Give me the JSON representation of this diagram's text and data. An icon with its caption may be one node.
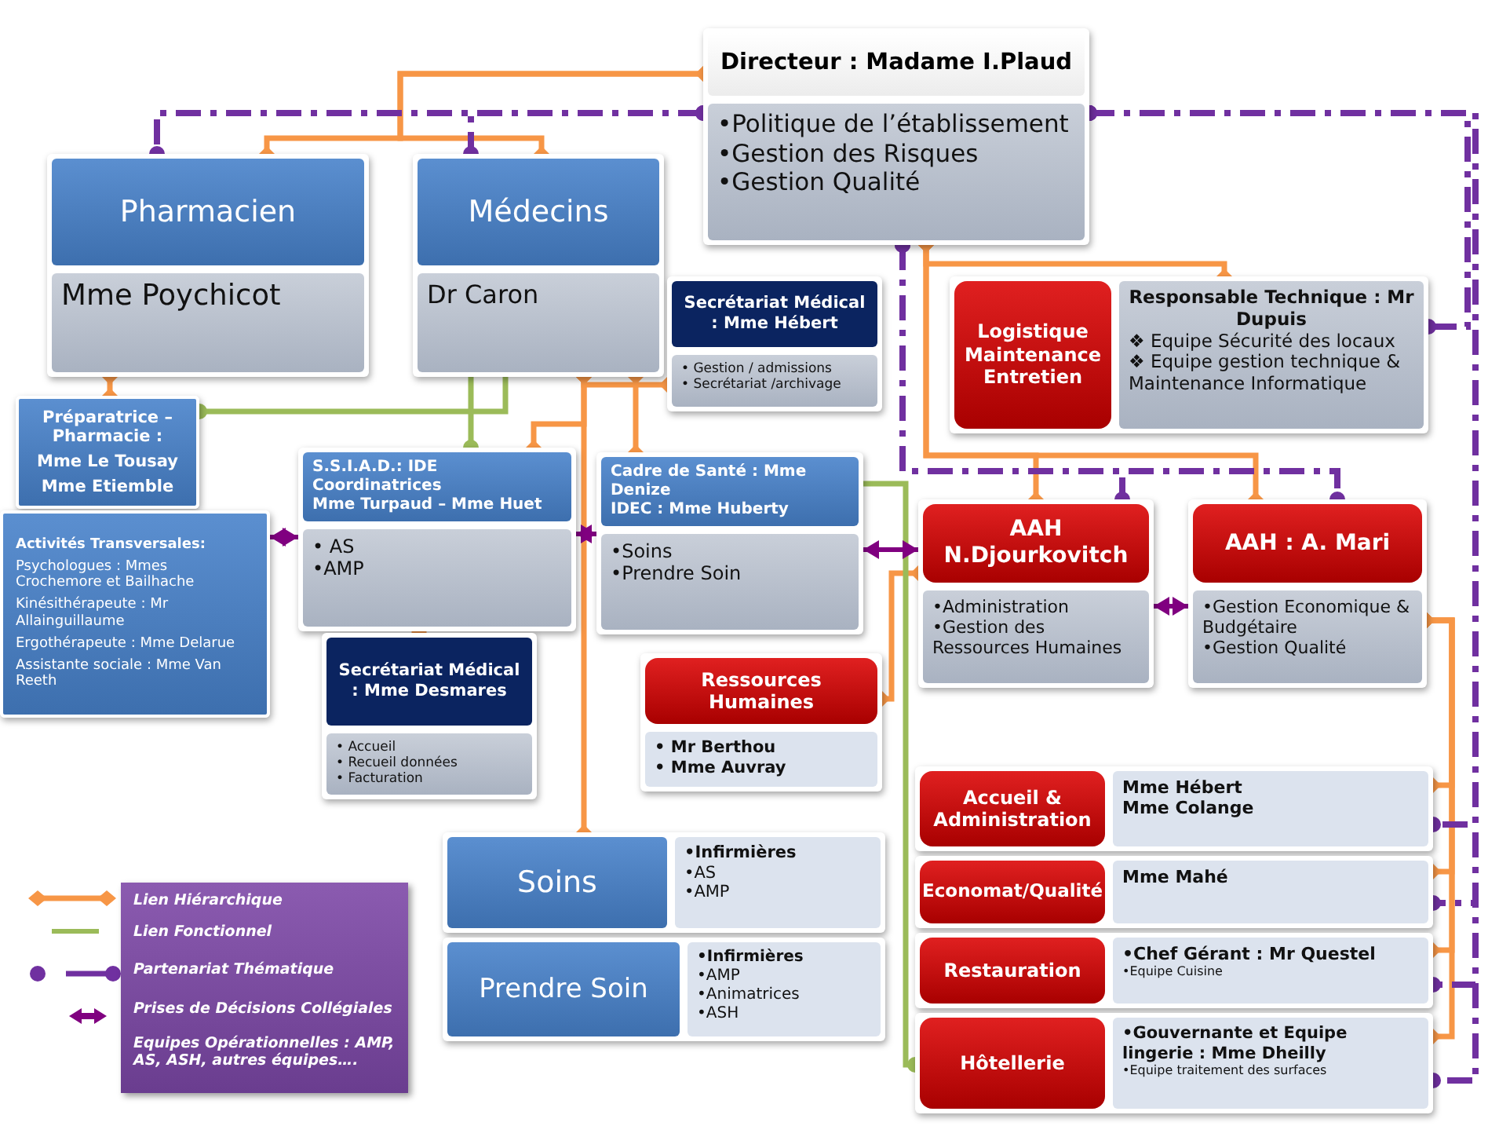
{
  "diagram": {
    "nodes": [
      {
        "text": [
          "Directeur : Madame I.Plaud",
          "•Politique de l’établissement",
          "•Gestion des Risques",
          "•Gestion Qualité"
        ]
      },
      {
        "text": [
          "Pharmacien",
          "Mme Poychicot"
        ]
      },
      {
        "text": [
          "Médecins",
          "Dr Caron"
        ]
      },
      {
        "text": [
          "Secrétariat Médical : Mme Hébert",
          "• Gestion / admissions",
          "• Secrétariat /archivage"
        ]
      },
      {
        "text": [
          "Logistique Maintenance Entretien",
          "Responsable Technique : Mr Dupuis",
          "❖ Equipe Sécurité des locaux",
          "❖ Equipe gestion technique & Maintenance Informatique"
        ]
      },
      {
        "text": [
          "Préparatrice – Pharmacie :",
          "Mme Le Tousay",
          "Mme Etiemble"
        ]
      },
      {
        "text": [
          "S.S.I.A.D.: IDE Coordinatrices",
          "Mme Turpaud – Mme Huet",
          "• AS",
          "•AMP"
        ]
      },
      {
        "text": [
          "Cadre de Santé : Mme Denize",
          "IDEC : Mme Huberty",
          "•Soins",
          "•Prendre Soin"
        ]
      },
      {
        "text": [
          "AAH N.Djourkovitch",
          "•Administration",
          "•Gestion des Ressources Humaines"
        ]
      },
      {
        "text": [
          "AAH : A. Mari",
          "•Gestion Economique & Budgétaire",
          "•Gestion Qualité"
        ]
      },
      {
        "text": [
          "Activités Transversales:",
          "Psychologues : Mmes Crochemore et Bailhache",
          "Kinésithérapeute : Mr Allainguillaume",
          "Ergothérapeute : Mme Delarue",
          "Assistante sociale : Mme Van Reeth"
        ]
      },
      {
        "text": [
          "Secrétariat Médical : Mme Desmares",
          "• Accueil",
          "• Recueil données",
          "• Facturation"
        ]
      },
      {
        "text": [
          "Ressources Humaines",
          "• Mr Berthou",
          "• Mme Auvray"
        ]
      },
      {
        "text": [
          "Soins",
          "•Infirmières",
          "•AS",
          "•AMP"
        ]
      },
      {
        "text": [
          "Prendre Soin",
          "•Infirmières",
          "•AMP",
          "•Animatrices",
          "•ASH"
        ]
      },
      {
        "text": [
          "Accueil & Administration",
          "Mme Hébert",
          "Mme Colange"
        ]
      },
      {
        "text": [
          "Economat/Qualité",
          "Mme Mahé"
        ]
      },
      {
        "text": [
          "Restauration",
          "•Chef Gérant : Mr Questel",
          "•Equipe Cuisine"
        ]
      },
      {
        "text": [
          "Hôtellerie",
          "•Gouvernante et Equipe lingerie : Mme Dheilly",
          "•Equipe traitement des surfaces"
        ]
      }
    ],
    "edges": [
      {
        "from": 0,
        "to": 1,
        "arrow": "other"
      },
      {
        "from": 0,
        "to": 2,
        "arrow": "other"
      },
      {
        "from": 0,
        "to": 4,
        "arrow": "other"
      },
      {
        "from": 0,
        "to": 8,
        "arrow": "other"
      },
      {
        "from": 0,
        "to": 9,
        "arrow": "other"
      },
      {
        "from": 1,
        "to": 5,
        "arrow": "other"
      },
      {
        "from": 2,
        "to": 3,
        "arrow": "other"
      },
      {
        "from": 2,
        "to": 6,
        "arrow": "other"
      },
      {
        "from": 2,
        "to": 7,
        "arrow": "other"
      },
      {
        "from": 2,
        "to": 13,
        "arrow": "other"
      },
      {
        "from": 6,
        "to": 11,
        "arrow": "other"
      },
      {
        "from": 8,
        "to": 12,
        "arrow": "other"
      },
      {
        "from": 9,
        "to": 15,
        "arrow": "other"
      },
      {
        "from": 9,
        "to": 16,
        "arrow": "other"
      },
      {
        "from": 9,
        "to": 17,
        "arrow": "other"
      },
      {
        "from": 9,
        "to": 18,
        "arrow": "other"
      },
      {
        "from": 2,
        "to": 5,
        "arrow": "other",
        "color": "#9bbb59"
      },
      {
        "from": 2,
        "to": 6,
        "arrow": "other",
        "color": "#9bbb59"
      },
      {
        "from": 7,
        "to": 18,
        "arrow": "other",
        "color": "#9bbb59"
      },
      {
        "from": 0,
        "to": 1,
        "arrow": "other",
        "style": "dashed",
        "color": "#7030a0"
      },
      {
        "from": 0,
        "to": 2,
        "arrow": "other",
        "style": "dashed",
        "color": "#7030a0"
      },
      {
        "from": 0,
        "to": 4,
        "arrow": "other",
        "style": "dashed",
        "color": "#7030a0"
      },
      {
        "from": 0,
        "to": 8,
        "arrow": "other",
        "style": "dashed",
        "color": "#7030a0"
      },
      {
        "from": 0,
        "to": 9,
        "arrow": "other",
        "style": "dashed",
        "color": "#7030a0"
      },
      {
        "from": 0,
        "to": 15,
        "arrow": "other",
        "style": "dashed",
        "color": "#7030a0"
      },
      {
        "from": 0,
        "to": 16,
        "arrow": "other",
        "style": "dashed",
        "color": "#7030a0"
      },
      {
        "from": 0,
        "to": 17,
        "arrow": "other",
        "style": "dashed",
        "color": "#7030a0"
      },
      {
        "from": 0,
        "to": 18,
        "arrow": "other",
        "style": "dashed",
        "color": "#7030a0"
      },
      {
        "from": 10,
        "to": 6,
        "arrow": "both",
        "color": "#800080"
      },
      {
        "from": 6,
        "to": 7,
        "arrow": "both",
        "color": "#800080"
      },
      {
        "from": 7,
        "to": 8,
        "arrow": "both",
        "color": "#800080"
      },
      {
        "from": 8,
        "to": 9,
        "arrow": "both",
        "color": "#800080"
      }
    ],
    "legend": [
      {
        "text": "Lien Hiérarchique"
      },
      {
        "text": "Lien Fonctionnel"
      },
      {
        "text": "Partenariat Thématique"
      },
      {
        "text": "Prises de Décisions Collégiales"
      },
      {
        "text": "Equipes Opérationnelles : AMP, AS, ASH, autres équipes…."
      }
    ]
  }
}
